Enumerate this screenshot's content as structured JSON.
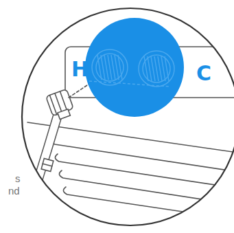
{
  "diagram": {
    "labels": [
      "H",
      "C",
      "s",
      "nd"
    ]
  }
}
